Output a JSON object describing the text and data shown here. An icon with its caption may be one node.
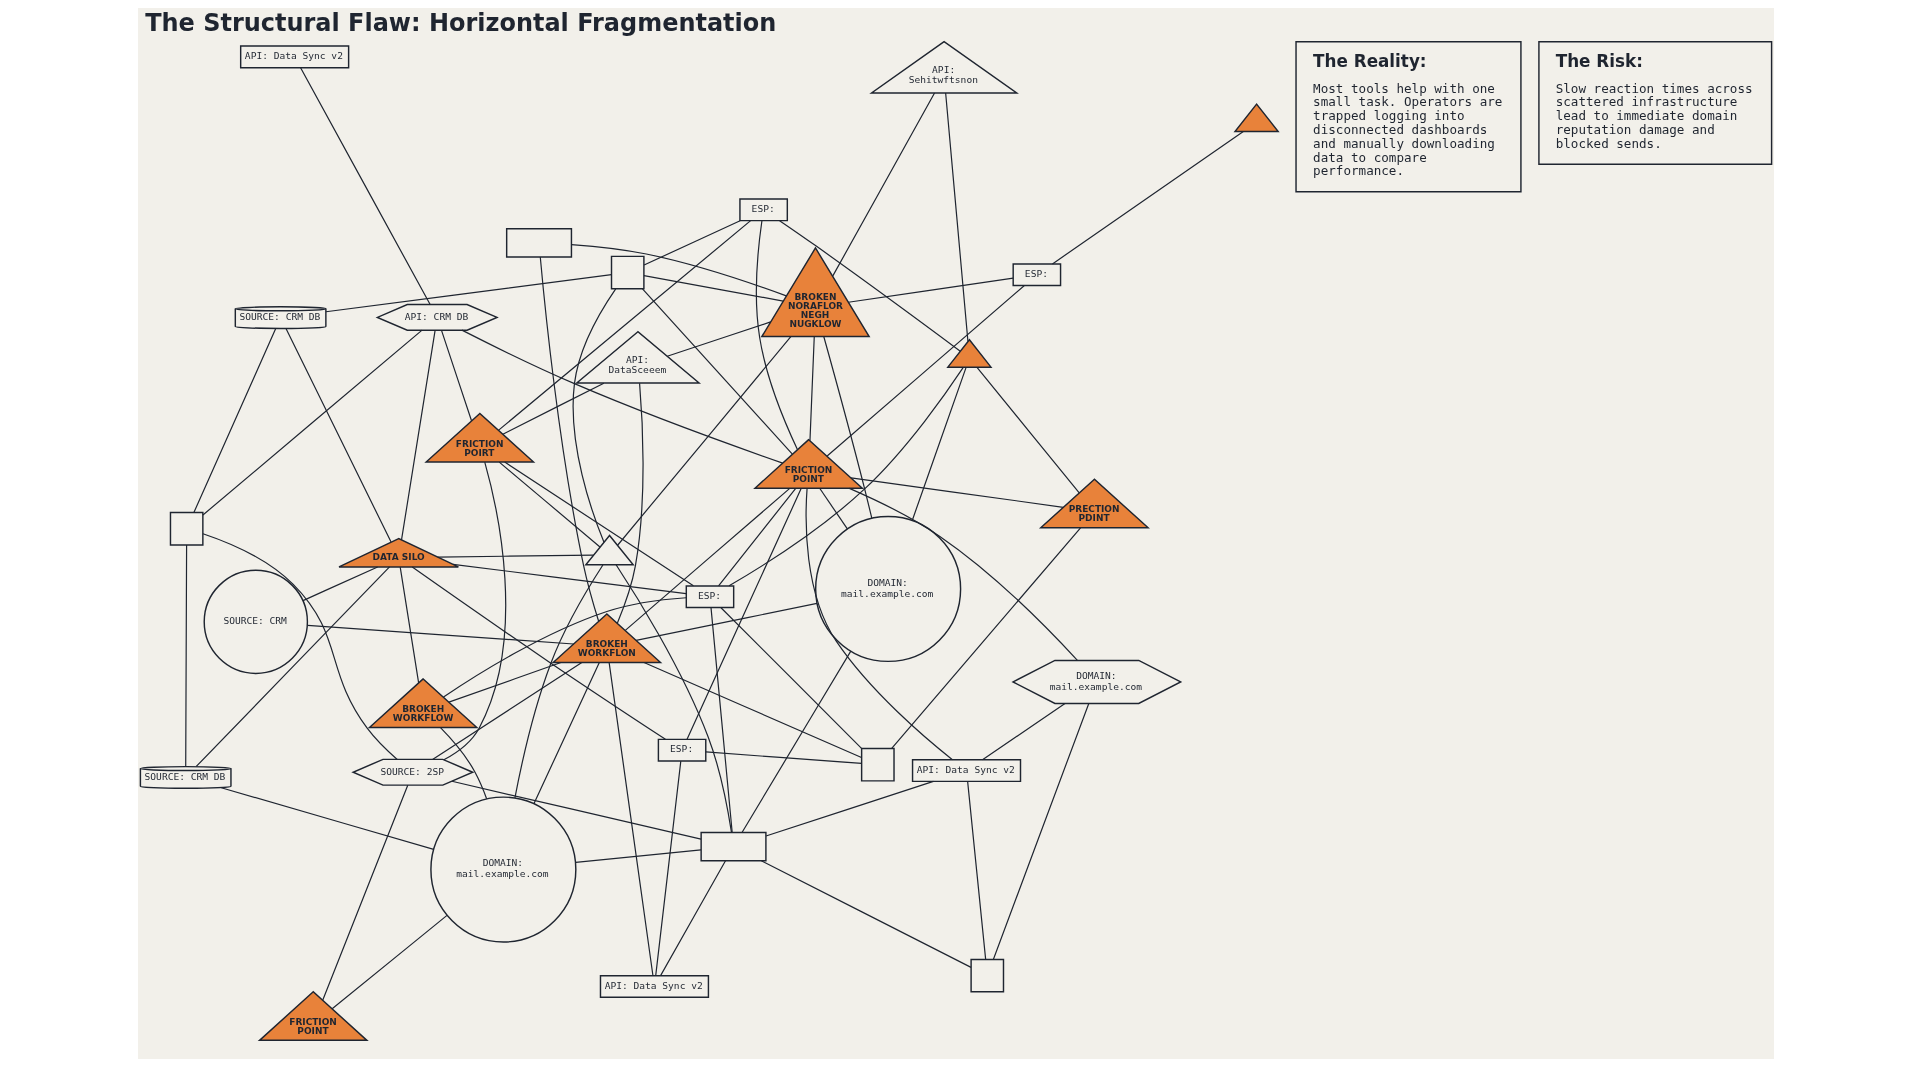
{
  "diagram": {
    "title": "The Structural Flaw: Horizontal Fragmentation",
    "nodes": [
      {
        "text": [
          "ESP:"
        ]
      },
      {
        "text": [
          "DOMAIN: mail.example.com"
        ]
      },
      {
        "text": [
          "API: Data Sync v2"
        ]
      },
      {
        "text": [],
        "shape": "triangle"
      },
      {
        "text": [
          "PRECTION PDINT"
        ]
      },
      {
        "text": [
          "API: Data Sync v2"
        ]
      },
      {
        "text": [
          "API: CRM DB"
        ]
      },
      {
        "text": [
          "ESP:"
        ]
      },
      {
        "text": [],
        "shape": "box"
      },
      {
        "text": [
          "FRICTION POINT"
        ]
      },
      {
        "text": [],
        "shape": "box"
      },
      {
        "text": [],
        "shape": "box"
      },
      {
        "text": [],
        "shape": "box"
      },
      {
        "text": [
          "SOURCE: 2SP"
        ]
      },
      {
        "text": [],
        "shape": "triangle"
      },
      {
        "text": [
          "FRICTION POIRT"
        ]
      },
      {
        "text": [
          "API: DataSceeem"
        ]
      },
      {
        "text": [
          "SOURCE: CRM DB"
        ]
      },
      {
        "text": [
          "BROKEN NORAFLOR",
          "NEGH NUGKLOW"
        ]
      },
      {
        "text": [],
        "shape": "triangle"
      },
      {
        "text": [
          "BROKEH WORKFLOW"
        ]
      },
      {
        "text": [],
        "shape": "box"
      },
      {
        "text": [
          "API: Sehitwftsnon"
        ]
      },
      {
        "text": [
          "DATA SILO"
        ]
      },
      {
        "text": [
          "SOURCE: CRM"
        ]
      },
      {
        "text": [
          "BROKEH WORKFLON"
        ]
      },
      {
        "text": [],
        "shape": "box"
      },
      {
        "text": [
          "FRICTION POINT"
        ]
      },
      {
        "text": [
          "ESP:"
        ]
      },
      {
        "text": [
          "ESP:"
        ]
      },
      {
        "text": [
          "DOMAIN: mail.example.com"
        ]
      },
      {
        "text": [
          "API: Data Sync v2"
        ]
      },
      {
        "text": [
          "DOMAIN: mail.example.com"
        ]
      },
      {
        "text": [
          "SOURCE: CRM DB"
        ]
      },
      {
        "text": [
          "The Reality:",
          "Most tools help with one small task. Operators are trapped logging into disconnected dashboards and manually downloading data to compare performance."
        ]
      },
      {
        "text": [
          "The Risk:",
          "Slow reaction times across scattered infrastructure lead to immediate domain reputation damage and blocked sends."
        ]
      }
    ],
    "edges": [
      {
        "from": 0,
        "to": 8,
        "arrow": "none"
      },
      {
        "from": 0,
        "to": 11,
        "arrow": "none"
      },
      {
        "from": 0,
        "to": 20,
        "arrow": "none"
      },
      {
        "from": 0,
        "to": 27,
        "arrow": "none"
      },
      {
        "from": 0,
        "to": 19,
        "arrow": "none"
      },
      {
        "from": 0,
        "to": 15,
        "arrow": "none"
      },
      {
        "from": 0,
        "to": 23,
        "arrow": "none"
      },
      {
        "from": 1,
        "to": 11,
        "arrow": "none"
      },
      {
        "from": 1,
        "to": 19,
        "arrow": "none"
      },
      {
        "from": 1,
        "to": 18,
        "arrow": "none"
      },
      {
        "from": 1,
        "to": 27,
        "arrow": "none"
      },
      {
        "from": 1,
        "to": 25,
        "arrow": "none"
      },
      {
        "from": 2,
        "to": 11,
        "arrow": "none"
      },
      {
        "from": 2,
        "to": 10,
        "arrow": "none"
      },
      {
        "from": 2,
        "to": 27,
        "arrow": "none"
      },
      {
        "from": 2,
        "to": 30,
        "arrow": "none"
      },
      {
        "from": 3,
        "to": 11,
        "arrow": "none"
      },
      {
        "from": 3,
        "to": 26,
        "arrow": "none"
      },
      {
        "from": 3,
        "to": 15,
        "arrow": "none"
      },
      {
        "from": 3,
        "to": 32,
        "arrow": "none"
      },
      {
        "from": 3,
        "to": 23,
        "arrow": "none"
      },
      {
        "from": 3,
        "to": 18,
        "arrow": "none"
      },
      {
        "from": 4,
        "to": 19,
        "arrow": "none"
      },
      {
        "from": 4,
        "to": 27,
        "arrow": "none"
      },
      {
        "from": 4,
        "to": 8,
        "arrow": "none"
      },
      {
        "from": 5,
        "to": 6,
        "arrow": "none"
      },
      {
        "from": 6,
        "to": 12,
        "arrow": "none"
      },
      {
        "from": 6,
        "to": 15,
        "arrow": "none"
      },
      {
        "from": 6,
        "to": 27,
        "arrow": "none"
      },
      {
        "from": 6,
        "to": 23,
        "arrow": "none"
      },
      {
        "from": 7,
        "to": 8,
        "arrow": "none"
      },
      {
        "from": 7,
        "to": 27,
        "arrow": "none"
      },
      {
        "from": 7,
        "to": 23,
        "arrow": "none"
      },
      {
        "from": 7,
        "to": 31,
        "arrow": "none"
      },
      {
        "from": 8,
        "to": 25,
        "arrow": "none"
      },
      {
        "from": 9,
        "to": 32,
        "arrow": "none"
      },
      {
        "from": 9,
        "to": 13,
        "arrow": "none"
      },
      {
        "from": 10,
        "to": 11,
        "arrow": "none"
      },
      {
        "from": 10,
        "to": 30,
        "arrow": "none"
      },
      {
        "from": 11,
        "to": 13,
        "arrow": "none"
      },
      {
        "from": 11,
        "to": 31,
        "arrow": "none"
      },
      {
        "from": 11,
        "to": 32,
        "arrow": "none"
      },
      {
        "from": 12,
        "to": 13,
        "arrow": "none"
      },
      {
        "from": 12,
        "to": 17,
        "arrow": "none"
      },
      {
        "from": 12,
        "to": 33,
        "arrow": "none"
      },
      {
        "from": 13,
        "to": 15,
        "arrow": "none"
      },
      {
        "from": 13,
        "to": 25,
        "arrow": "none"
      },
      {
        "from": 15,
        "to": 16,
        "arrow": "none"
      },
      {
        "from": 15,
        "to": 28,
        "arrow": "none"
      },
      {
        "from": 14,
        "to": 29,
        "arrow": "none"
      },
      {
        "from": 16,
        "to": 18,
        "arrow": "none"
      },
      {
        "from": 16,
        "to": 25,
        "arrow": "none"
      },
      {
        "from": 17,
        "to": 26,
        "arrow": "none"
      },
      {
        "from": 17,
        "to": 23,
        "arrow": "none"
      },
      {
        "from": 19,
        "to": 22,
        "arrow": "none"
      },
      {
        "from": 18,
        "to": 22,
        "arrow": "none"
      },
      {
        "from": 18,
        "to": 27,
        "arrow": "none"
      },
      {
        "from": 20,
        "to": 25,
        "arrow": "none"
      },
      {
        "from": 20,
        "to": 23,
        "arrow": "none"
      },
      {
        "from": 23,
        "to": 24,
        "arrow": "none"
      },
      {
        "from": 23,
        "to": 33,
        "arrow": "none"
      },
      {
        "from": 24,
        "to": 25,
        "arrow": "none"
      },
      {
        "from": 18,
        "to": 26,
        "arrow": "none"
      },
      {
        "from": 26,
        "to": 27,
        "arrow": "none"
      },
      {
        "from": 25,
        "to": 27,
        "arrow": "none"
      },
      {
        "from": 25,
        "to": 32,
        "arrow": "none"
      },
      {
        "from": 27,
        "to": 28,
        "arrow": "none"
      },
      {
        "from": 27,
        "to": 29,
        "arrow": "none"
      },
      {
        "from": 27,
        "to": 30,
        "arrow": "none"
      },
      {
        "from": 26,
        "to": 28,
        "arrow": "none"
      },
      {
        "from": 19,
        "to": 28,
        "arrow": "none"
      },
      {
        "from": 18,
        "to": 29,
        "arrow": "none"
      },
      {
        "from": 25,
        "to": 31,
        "arrow": "none"
      },
      {
        "from": 32,
        "to": 33,
        "arrow": "none"
      },
      {
        "from": 20,
        "to": 32,
        "arrow": "none"
      },
      {
        "from": 21,
        "to": 25,
        "arrow": "none"
      },
      {
        "from": 18,
        "to": 21,
        "arrow": "none"
      }
    ]
  }
}
